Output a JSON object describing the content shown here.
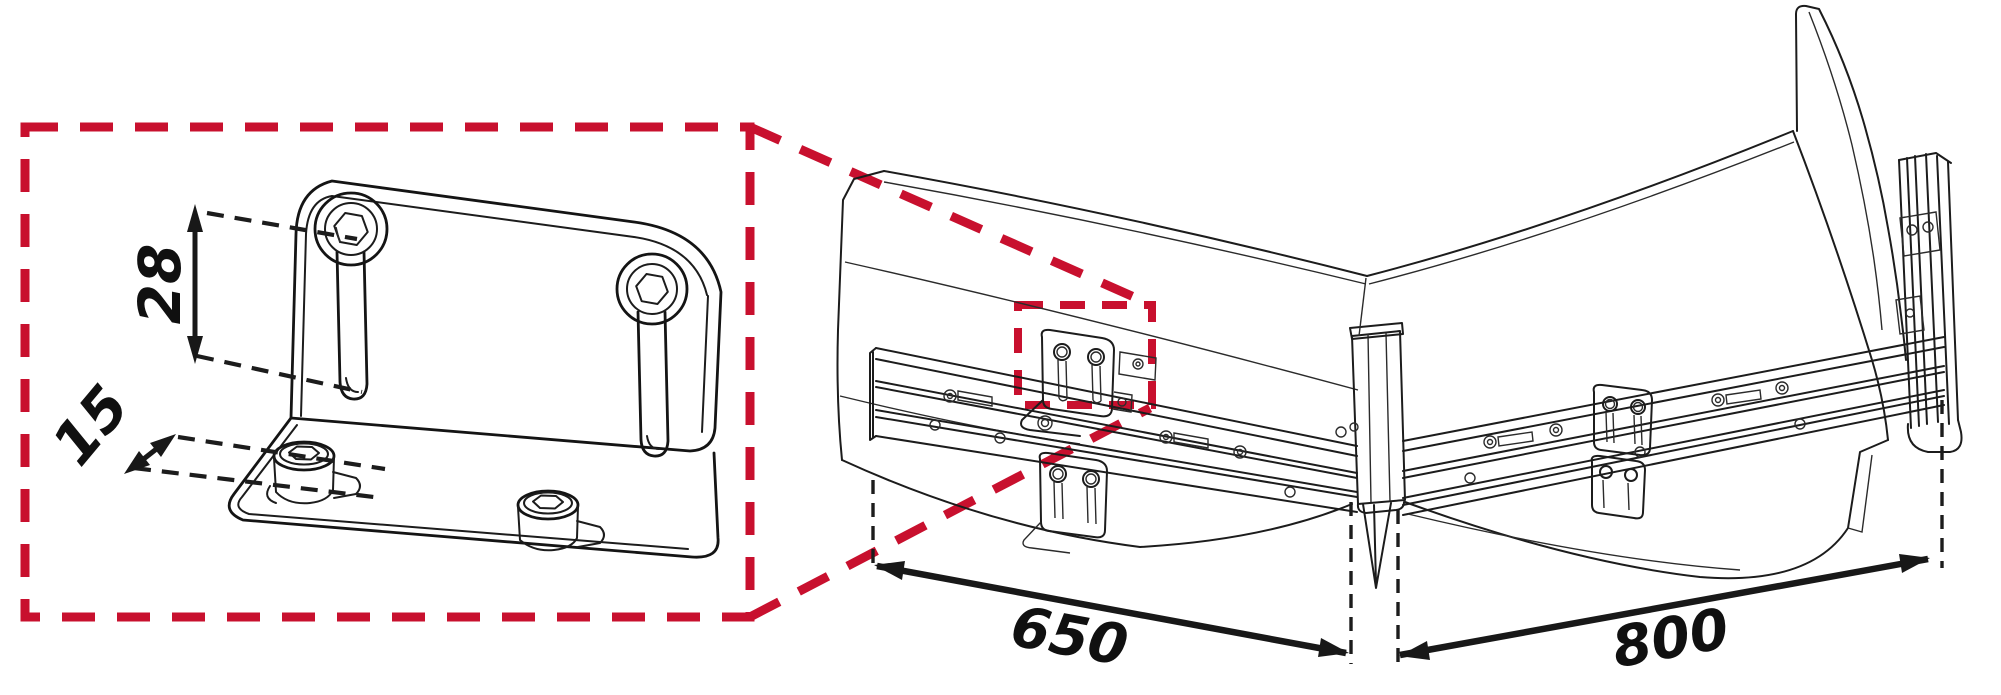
{
  "diagram": {
    "type": "technical-drawing-zoom-callout",
    "colors": {
      "callout_red": "#c8102e",
      "line_black": "#1c1c1c",
      "background": "#ffffff"
    },
    "detail_view": {
      "description": "enlarged L-shaped mounting bracket with slotted holes and hex socket screws",
      "dimensions": {
        "slot_length": "28",
        "flange_offset": "15"
      }
    },
    "main_view": {
      "description": "curved panels with mounting rails, corner post, end fin and vertical rail",
      "dimensions": {
        "left_section_length": "650",
        "right_section_length": "800"
      }
    }
  }
}
